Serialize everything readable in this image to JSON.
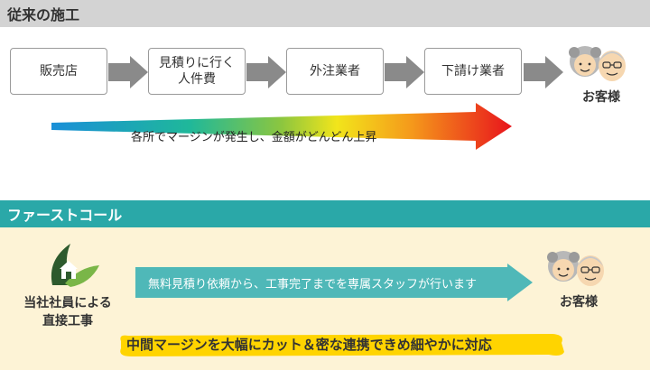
{
  "section1": {
    "title": "従来の施工",
    "steps": [
      {
        "label": "販売店"
      },
      {
        "label": "見積りに行く\n人件費"
      },
      {
        "label": "外注業者"
      },
      {
        "label": "下請け業者"
      }
    ],
    "customer_label": "お客様",
    "margin_note": "各所でマージンが発生し、金額がどんどん上昇"
  },
  "section2": {
    "title": "ファーストコール",
    "company_label": "当社社員による\n直接工事",
    "flow_text": "無料見積り依頼から、工事完了までを専属スタッフが行います",
    "customer_label": "お客様",
    "highlight": "中間マージンを大幅にカット＆密な連携できめ細やかに対応"
  },
  "colors": {
    "teal": "#2aa8a8",
    "arrow_teal": "#4fb8b8",
    "cream": "#fdf3d6",
    "highlight_yellow": "#ffd400",
    "gray_arrow": "#8a8a8a"
  },
  "icons": [
    "elderly-couple-icon",
    "house-leaf-logo-icon"
  ]
}
